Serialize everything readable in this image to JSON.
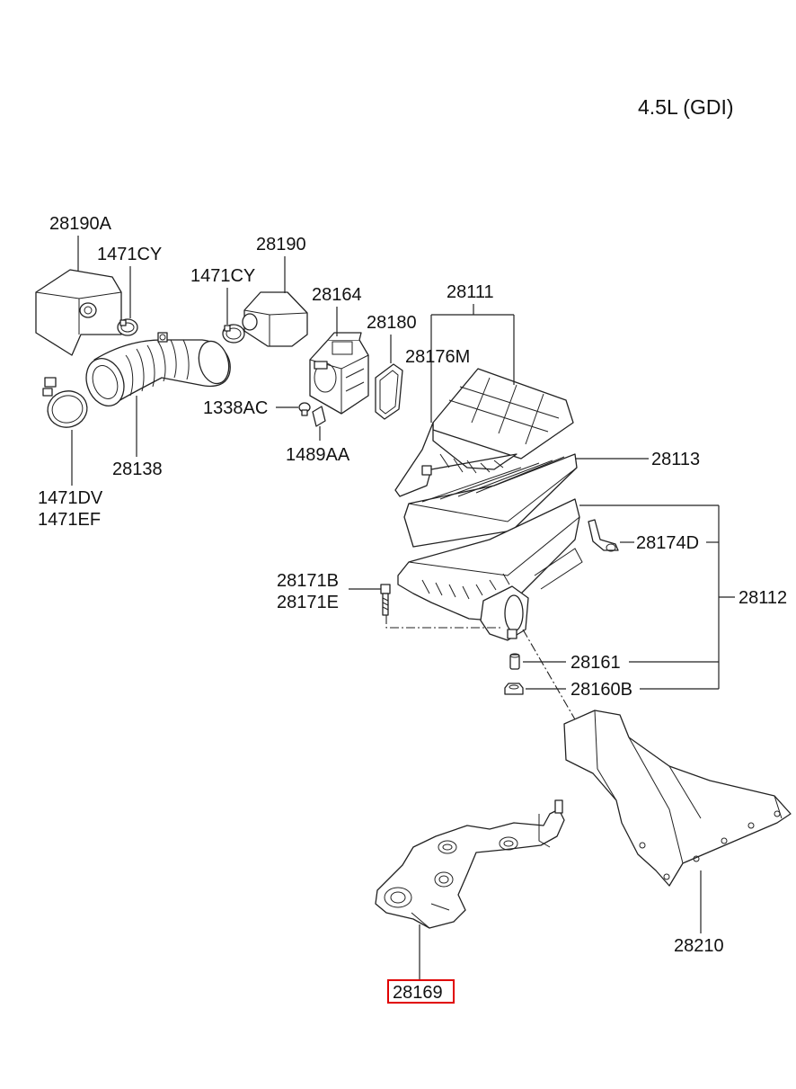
{
  "header": {
    "engine_variant": "4.5L (GDI)"
  },
  "parts": {
    "p28190A": "28190A",
    "p1471CY_a": "1471CY",
    "p28190": "28190",
    "p1471CY_b": "1471CY",
    "p28164": "28164",
    "p28180": "28180",
    "p28111": "28111",
    "p28176M": "28176M",
    "p1338AC": "1338AC",
    "p1489AA": "1489AA",
    "p28138": "28138",
    "p1471DV": "1471DV",
    "p1471EF": "1471EF",
    "p28113": "28113",
    "p28174D": "28174D",
    "p28171B": "28171B",
    "p28171E": "28171E",
    "p28112": "28112",
    "p28161": "28161",
    "p28160B": "28160B",
    "p28210": "28210",
    "p28169": "28169"
  },
  "highlight": {
    "part": "28169",
    "color": "#e00000"
  }
}
